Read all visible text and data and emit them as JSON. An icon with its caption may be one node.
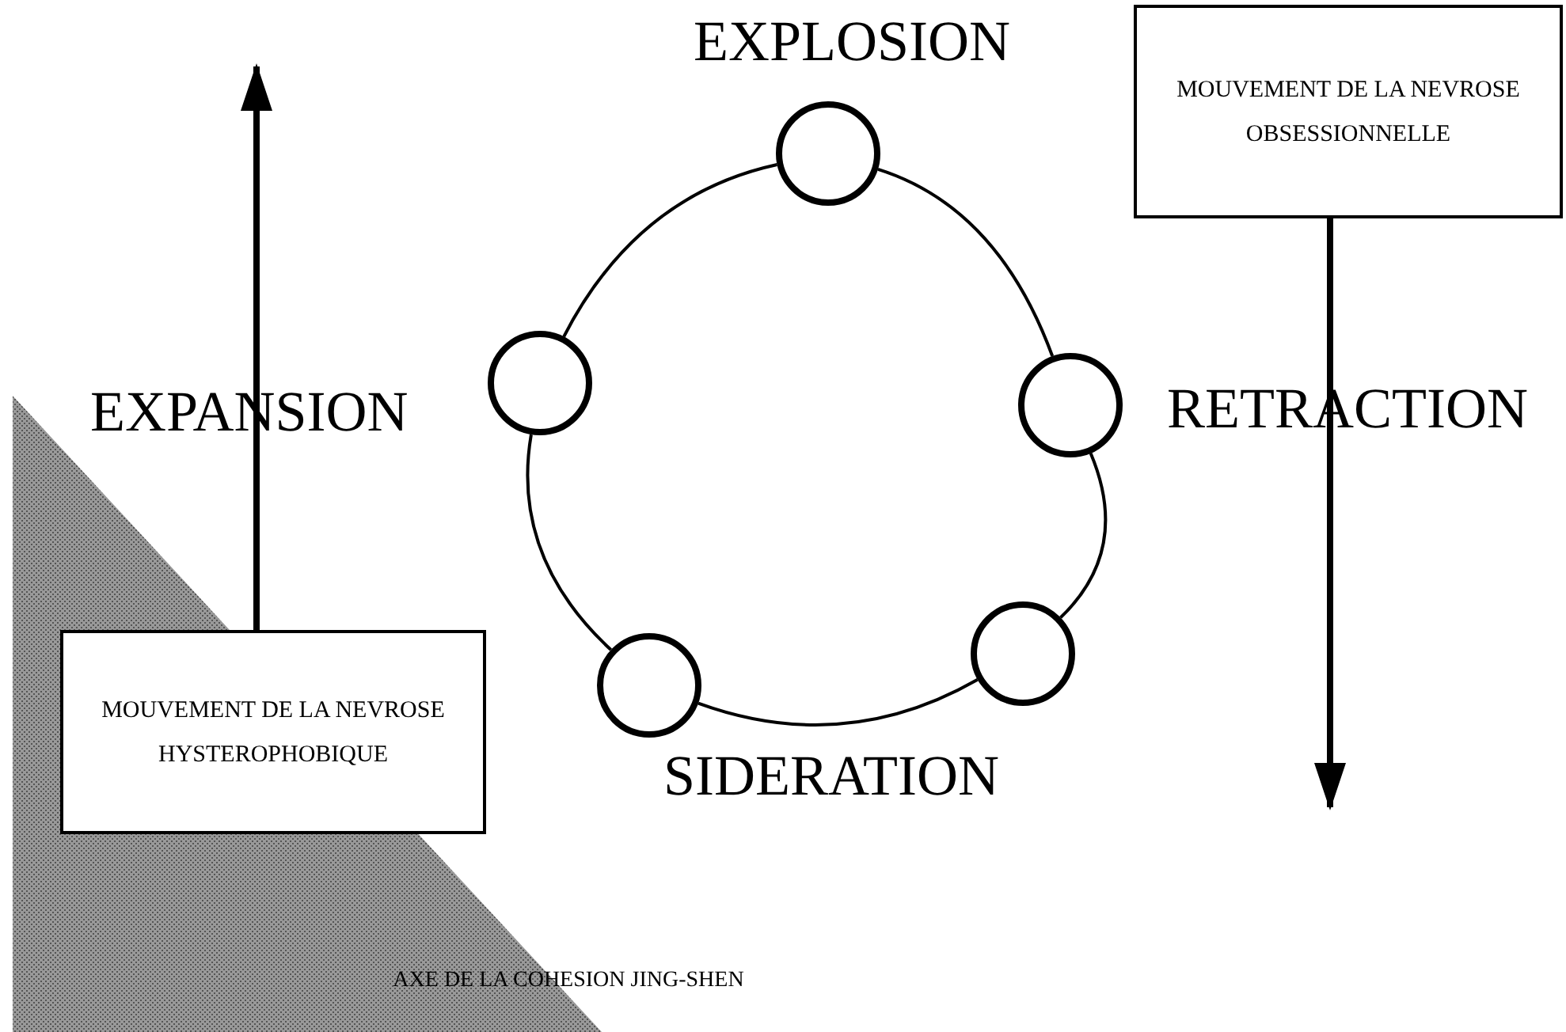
{
  "diagram": {
    "nodes": [
      {
        "text": [
          "MOUVEMENT DE LA NEVROSE OBSESSIONNELLE"
        ]
      },
      {
        "text": [],
        "shape": "circle",
        "beside": [
          "EXPLOSION"
        ]
      },
      {
        "text": [],
        "shape": "circle",
        "beside": [
          "EXPANSION"
        ]
      },
      {
        "text": [],
        "shape": "circle",
        "beside": [
          "RETRACTION"
        ]
      },
      {
        "text": [],
        "shape": "circle"
      },
      {
        "text": [],
        "shape": "circle"
      },
      {
        "text": [
          "MOUVEMENT DE LA NEVROSE HYSTEROPHOBIQUE"
        ]
      }
    ],
    "edges": [
      {
        "from": 1,
        "to": 3,
        "arrow": "none"
      },
      {
        "from": 3,
        "to": 5,
        "arrow": "none"
      },
      {
        "from": 5,
        "to": 4,
        "arrow": "none"
      },
      {
        "from": 4,
        "to": 2,
        "arrow": "none"
      },
      {
        "from": 2,
        "to": 1,
        "arrow": "none"
      },
      {
        "from": 0,
        "to": null,
        "arrow": "to",
        "style": "thick"
      },
      {
        "from": 6,
        "to": null,
        "arrow": "to",
        "style": "thick"
      }
    ],
    "labels": [
      "SIDERATION",
      "AXE DE LA COHESION JING-SHEN"
    ]
  }
}
